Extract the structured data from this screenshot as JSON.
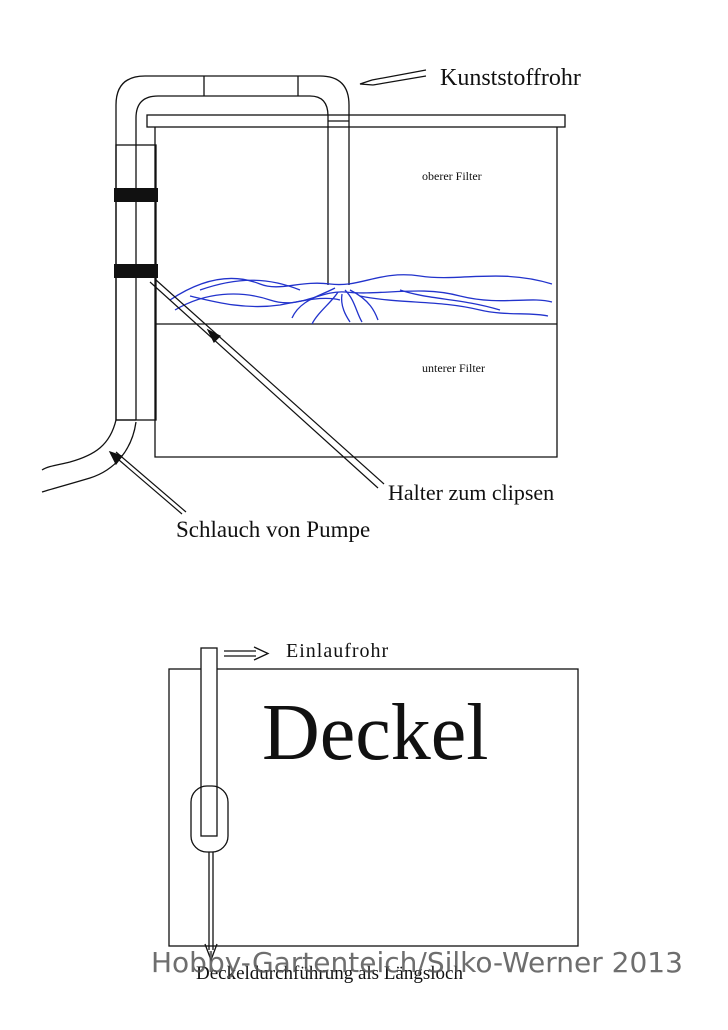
{
  "labels": {
    "kunststoffrohr": "Kunststoffrohr",
    "oberer_filter": "oberer Filter",
    "unterer_filter": "unterer Filter",
    "halter": "Halter zum clipsen",
    "schlauch": "Schlauch von Pumpe",
    "einlaufrohr": "Einlaufrohr",
    "deckel": "Deckel",
    "deckeldurchfuehrung": "Deckeldurchführung als Längsloch"
  },
  "watermark": "Hobby-Gartenteich/Silko-Werner 2013",
  "colors": {
    "line": "#111111",
    "roots": "#2233cc",
    "clip": "#111111",
    "watermark": "#555555"
  }
}
